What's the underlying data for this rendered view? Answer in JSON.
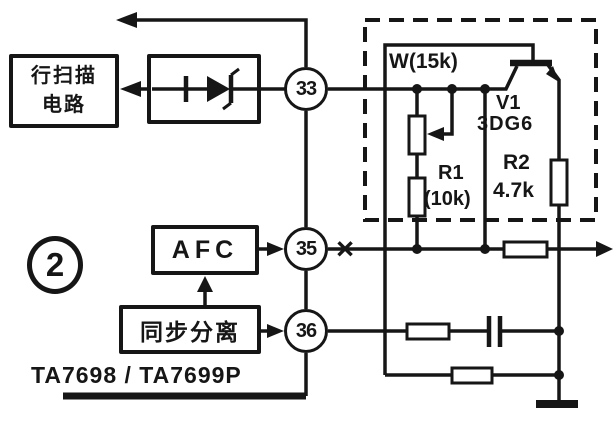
{
  "figure": {
    "number": "2",
    "caption": "TA7698 / TA7699P"
  },
  "blocks": {
    "h_scan": {
      "line1": "行扫描",
      "line2": "电路"
    },
    "afc": {
      "label": "AFC"
    },
    "sync_sep": {
      "label": "同步分离"
    }
  },
  "pins": {
    "p33": "33",
    "p35": "35",
    "p36": "36"
  },
  "components": {
    "w_pot": {
      "label": "W(15k)"
    },
    "v1": {
      "designator": "V1",
      "part": "3DG6"
    },
    "r1": {
      "designator": "R1",
      "value": "(10k)"
    },
    "r2": {
      "designator": "R2",
      "value": "4.7k"
    }
  },
  "markers": {
    "x_mark": "×"
  },
  "colors": {
    "ink": "#161616",
    "paper": "#ffffff"
  }
}
